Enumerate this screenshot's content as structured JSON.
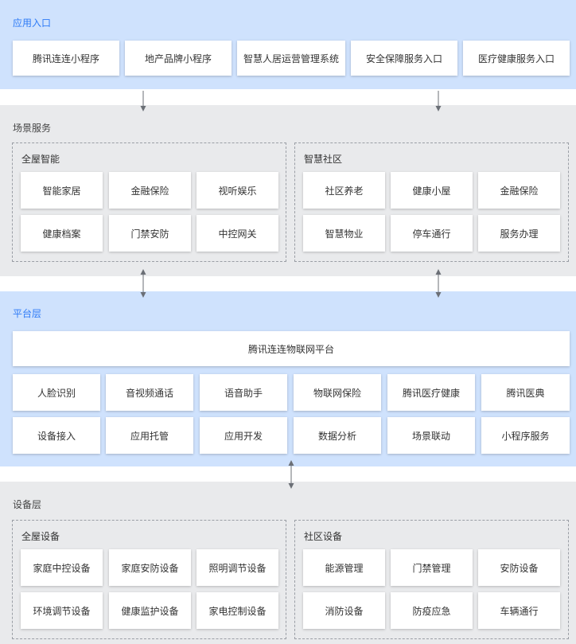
{
  "app_entry": {
    "title": "应用入口",
    "items": [
      "腾讯连连小程序",
      "地产品牌小程序",
      "智慧人居运营管理系统",
      "安全保障服务入口",
      "医疗健康服务入口"
    ]
  },
  "scene_services": {
    "title": "场景服务",
    "whole_house": {
      "title": "全屋智能",
      "items": [
        "智能家居",
        "金融保险",
        "视听娱乐",
        "健康档案",
        "门禁安防",
        "中控网关"
      ]
    },
    "smart_community": {
      "title": "智慧社区",
      "items": [
        "社区养老",
        "健康小屋",
        "金融保险",
        "智慧物业",
        "停车通行",
        "服务办理"
      ]
    }
  },
  "platform": {
    "title": "平台层",
    "main": "腾讯连连物联网平台",
    "row1": [
      "人脸识别",
      "音视频通话",
      "语音助手",
      "物联网保险",
      "腾讯医疗健康",
      "腾讯医典"
    ],
    "row2": [
      "设备接入",
      "应用托管",
      "应用开发",
      "数据分析",
      "场景联动",
      "小程序服务"
    ]
  },
  "devices": {
    "title": "设备层",
    "whole_house": {
      "title": "全屋设备",
      "items": [
        "家庭中控设备",
        "家庭安防设备",
        "照明调节设备",
        "环境调节设备",
        "健康监护设备",
        "家电控制设备"
      ]
    },
    "community": {
      "title": "社区设备",
      "items": [
        "能源管理",
        "门禁管理",
        "安防设备",
        "消防设备",
        "防疫应急",
        "车辆通行"
      ]
    }
  },
  "colors": {
    "blue_band": "#cfe2fd",
    "gray_band": "#e9eaec",
    "blue_title": "#2e7bf6"
  }
}
